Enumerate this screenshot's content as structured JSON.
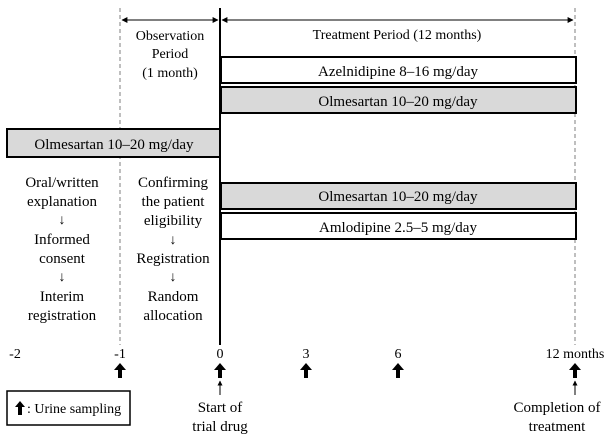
{
  "periods": {
    "observation": [
      "Observation",
      "Period",
      "(1 month)"
    ],
    "treatment": "Treatment Period (12 months)"
  },
  "bars": {
    "azelnidipine": "Azelnidipine 8–16 mg/day",
    "olmesartan_arm1": "Olmesartan 10–20 mg/day",
    "olmesartan_pre": "Olmesartan 10–20 mg/day",
    "olmesartan_arm2": "Olmesartan 10–20 mg/day",
    "amlodipine": "Amlodipine 2.5–5 mg/day"
  },
  "pre_steps": [
    "Oral/written",
    "explanation",
    "Informed",
    "consent",
    "Interim",
    "registration"
  ],
  "obs_steps": [
    "Confirming",
    "the patient",
    "eligibility",
    "Registration",
    "Random",
    "allocation"
  ],
  "timeline": {
    "ticks": [
      "-2",
      "-1",
      "0",
      "3",
      "6",
      "12 months"
    ]
  },
  "legend": {
    "label": ": Urine sampling"
  },
  "events": {
    "start": [
      "Start of",
      "trial drug"
    ],
    "completion": [
      "Completion of",
      "treatment"
    ]
  },
  "colors": {
    "shaded_bar": "#d9d9d9",
    "line": "#000000",
    "dashed": "#7f7f7f"
  }
}
